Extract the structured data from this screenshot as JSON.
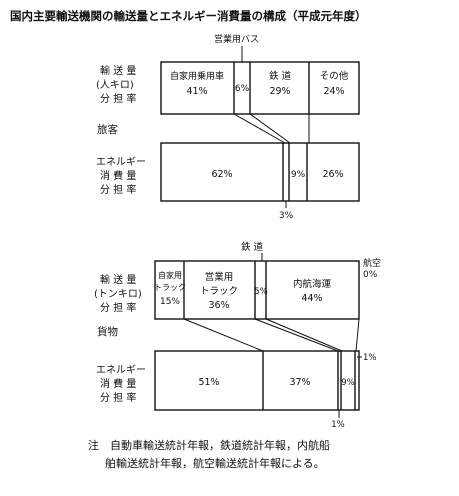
{
  "title": "国内主要輸送機関の輸送量とエネルギー消費量の構成（平成元年度）",
  "passenger": {
    "section_label": "旅客",
    "volume_label": [
      "輸 送 量",
      "(人キロ)",
      "分 担 率"
    ],
    "energy_label": [
      "エネルギー",
      "消 費 量",
      "分 担 率"
    ],
    "bus_callout": "営業用バス",
    "volume_segments": [
      {
        "name": "自家用乗用車",
        "value_label": "41%",
        "value": 41
      },
      {
        "name": "",
        "value_label": "6%",
        "value": 6
      },
      {
        "name": "鉄 道",
        "value_label": "29%",
        "value": 29
      },
      {
        "name": "その他",
        "value_label": "24%",
        "value": 24
      }
    ],
    "energy_segments": [
      {
        "value_label": "62%",
        "value": 62
      },
      {
        "value_label": "3%",
        "value": 3
      },
      {
        "value_label": "9%",
        "value": 9
      },
      {
        "value_label": "26%",
        "value": 26
      }
    ]
  },
  "freight": {
    "section_label": "貨物",
    "volume_label": [
      "輸 送 量",
      "(トンキロ)",
      "分 担 率"
    ],
    "energy_label": [
      "エネルギー",
      "消 費 量",
      "分 担 率"
    ],
    "rail_callout": "鉄 道",
    "air_callout": [
      "航空",
      "0%"
    ],
    "volume_segments": [
      {
        "name": [
          "自家用",
          "トラック"
        ],
        "value_label": "15%",
        "value": 15
      },
      {
        "name": [
          "営業用",
          "トラック"
        ],
        "value_label": "36%",
        "value": 36
      },
      {
        "name": [],
        "value_label": "5%",
        "value": 5
      },
      {
        "name": [
          "内航海運"
        ],
        "value_label": "44%",
        "value": 44
      }
    ],
    "energy_segments": [
      {
        "value_label": "51%",
        "value": 51
      },
      {
        "value_label": "37%",
        "value": 37
      },
      {
        "value_label": "1%",
        "value": 1
      },
      {
        "value_label": "9%",
        "value": 9
      },
      {
        "value_label": "1%",
        "value": 1
      }
    ]
  },
  "note": {
    "line1": "注　自動車輸送統計年報，鉄道統計年報，内航船",
    "line2": "舶輸送統計年報，航空輸送統計年報による。"
  }
}
